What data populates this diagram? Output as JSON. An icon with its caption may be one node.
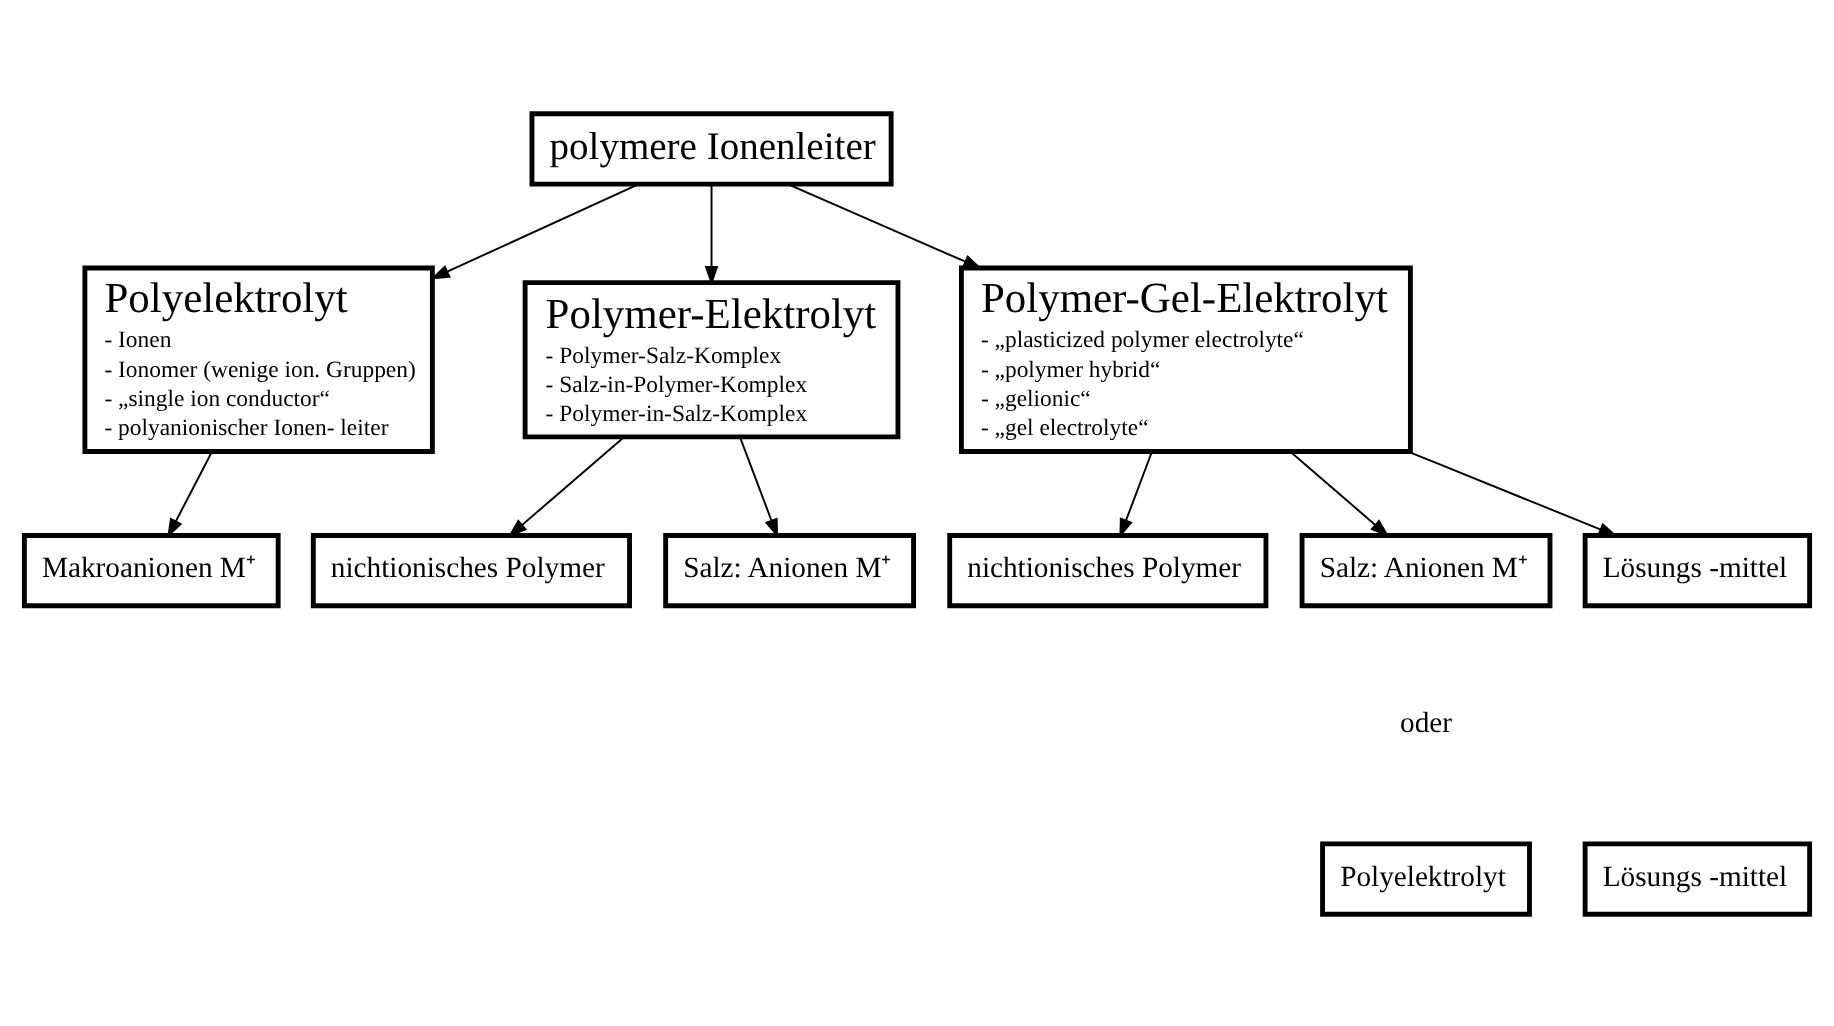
{
  "diagram": {
    "nodes": [
      {
        "text": [
          "polymere Ionenleiter"
        ]
      },
      {
        "text": [
          "Polyelektrolyt",
          "- Ionen",
          "- Ionomer (wenige ion. Gruppen)",
          "- „single ion conductor“",
          "- polyanionischer Ionen- leiter"
        ]
      },
      {
        "text": [
          "Polymer-Elektrolyt",
          "- Polymer-Salz-Komplex",
          "- Salz-in-Polymer-Komplex",
          "- Polymer-in-Salz-Komplex"
        ]
      },
      {
        "text": [
          "Polymer-Gel-Elektrolyt",
          "- „plasticized polymer electrolyte“",
          "- „polymer hybrid“",
          "- „gelionic“",
          "- „gel electrolyte“"
        ]
      },
      {
        "text": [
          "Makroanionen M⁺"
        ]
      },
      {
        "text": [
          "nichtionisches Polymer"
        ]
      },
      {
        "text": [
          "Salz: Anionen M⁺"
        ]
      },
      {
        "text": [
          "nichtionisches Polymer"
        ]
      },
      {
        "text": [
          "Salz: Anionen M⁺"
        ]
      },
      {
        "text": [
          "Lösungs -mittel"
        ]
      },
      {
        "text": [
          "Polyelektrolyt"
        ]
      },
      {
        "text": [
          "Lösungs -mittel"
        ]
      }
    ],
    "edges": [
      {
        "from": 0,
        "to": 1,
        "arrow": "to"
      },
      {
        "from": 0,
        "to": 2,
        "arrow": "to"
      },
      {
        "from": 0,
        "to": 3,
        "arrow": "to"
      },
      {
        "from": 1,
        "to": 4,
        "arrow": "to"
      },
      {
        "from": 2,
        "to": 5,
        "arrow": "to"
      },
      {
        "from": 2,
        "to": 6,
        "arrow": "to"
      },
      {
        "from": 3,
        "to": 7,
        "arrow": "to"
      },
      {
        "from": 3,
        "to": 8,
        "arrow": "to"
      },
      {
        "from": 3,
        "to": 9,
        "arrow": "to"
      }
    ],
    "labels": [
      "oder"
    ]
  }
}
